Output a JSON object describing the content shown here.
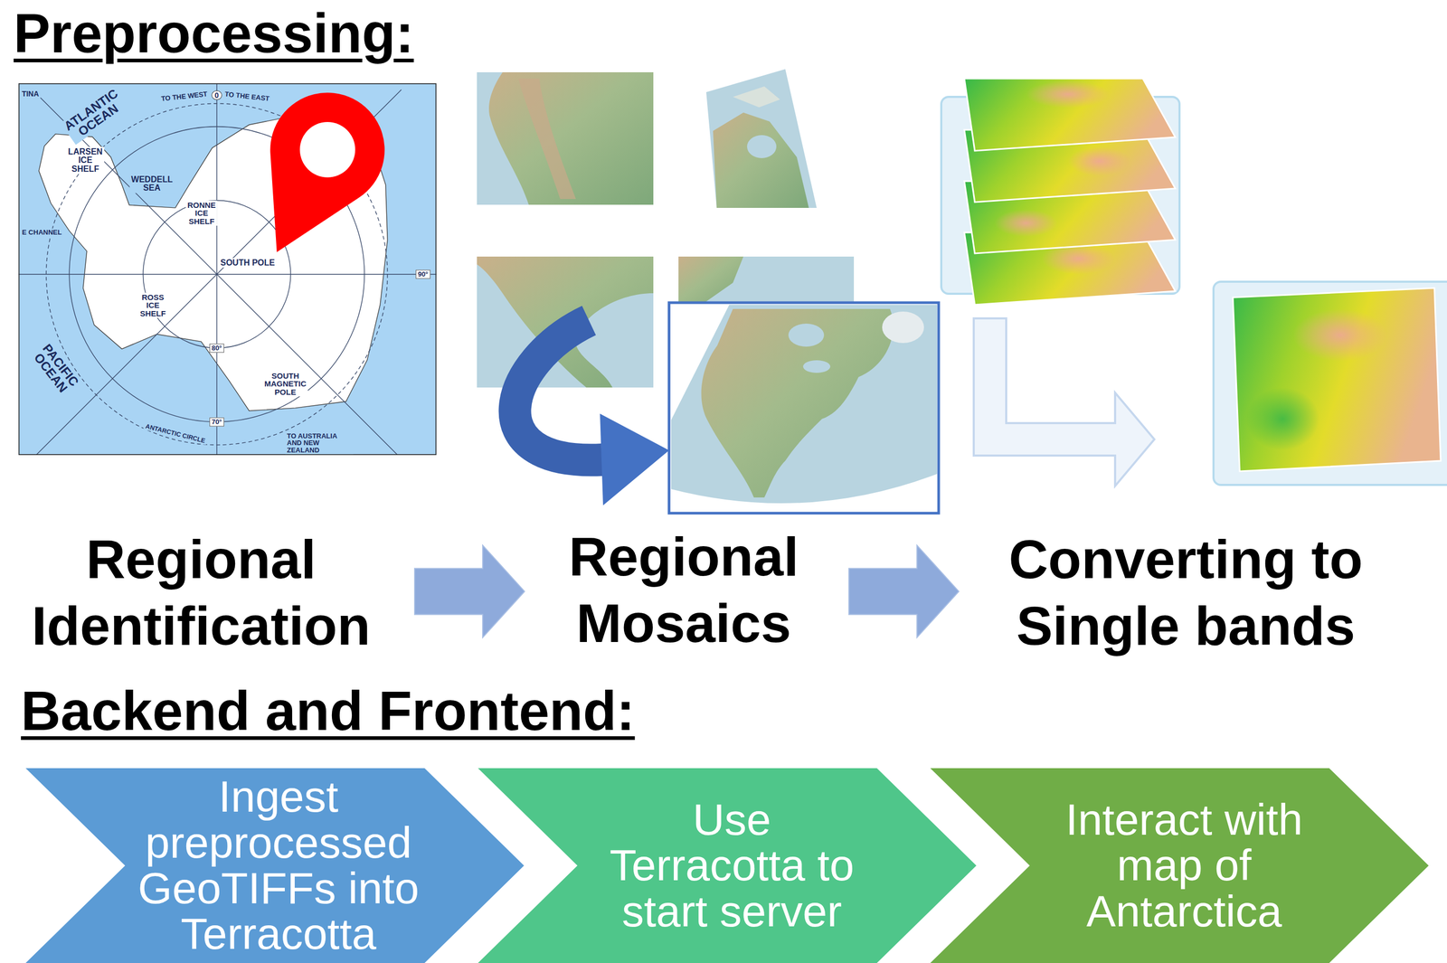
{
  "diagram": {
    "title": "Preprocessing:",
    "nodes": [
      {
        "text": [
          "Regional Identification"
        ]
      },
      {
        "text": [
          "Regional Mosaics"
        ]
      },
      {
        "text": [
          "Converting to Single bands"
        ]
      },
      {
        "text": [
          "Ingest preprocessed GeoTIFFs into Terracotta"
        ]
      },
      {
        "text": [
          "Use Terracotta to start server"
        ]
      },
      {
        "text": [
          "Interact with map of Antarctica"
        ]
      }
    ],
    "edges": [
      {
        "from": 0,
        "to": 1,
        "arrow": "to"
      },
      {
        "from": 1,
        "to": 2,
        "arrow": "to"
      }
    ],
    "labels": [
      "Backend and Frontend:",
      "TINA",
      "ATLANTIC OCEAN",
      "TO THE WEST",
      "0",
      "TO THE EAST",
      "LARSEN ICE SHELF",
      "WEDDELL SEA",
      "E CHANNEL",
      "RONNE ICE SHELF",
      "SOUTH POLE",
      "90°",
      "ROSS ICE SHELF",
      "80°",
      "PACIFIC OCEAN",
      "SOUTH MAGNETIC POLE",
      "70°",
      "ANTARCTIC CIRCLE",
      "TO AUSTRALIA AND NEW ZEALAND"
    ]
  }
}
